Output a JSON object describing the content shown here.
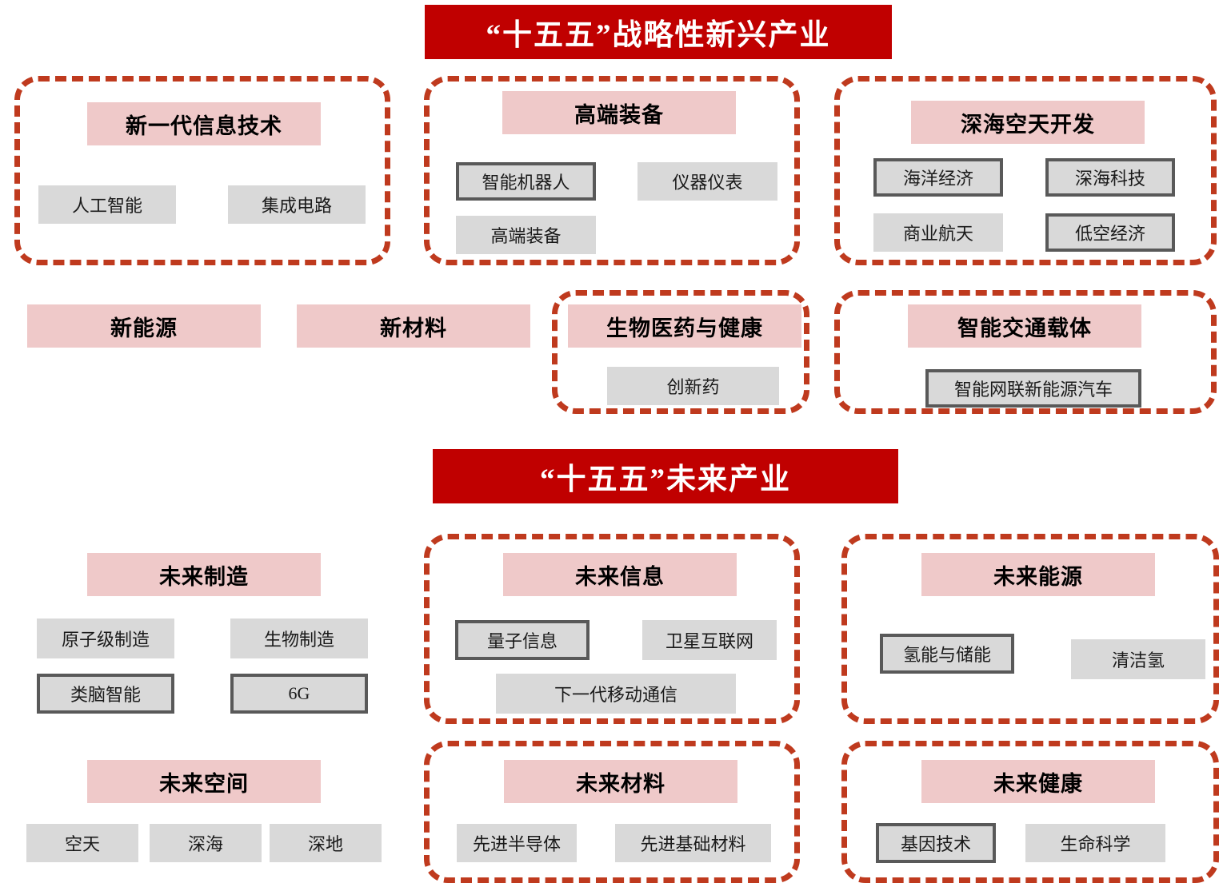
{
  "colors": {
    "banner_bg": "#C00000",
    "banner_text": "#FFFFFF",
    "group_border": "#BF3A1E",
    "category_bg": "#EFC9C9",
    "chip_bg": "#D9D9D9",
    "chip_highlight_border": "#595959",
    "page_bg": "#FFFFFF"
  },
  "sections": [
    {
      "banner": "“十五五”战略性新兴产业",
      "groups": [
        {
          "name": "new-generation-information-technology",
          "boxed": true,
          "category": "新一代信息技术",
          "chips": [
            {
              "label": "人工智能",
              "highlight": false
            },
            {
              "label": "集成电路",
              "highlight": false
            }
          ]
        },
        {
          "name": "high-end-equipment",
          "boxed": true,
          "category": "高端装备",
          "chips": [
            {
              "label": "智能机器人",
              "highlight": true
            },
            {
              "label": "仪器仪表",
              "highlight": false
            },
            {
              "label": "高端装备",
              "highlight": false
            }
          ]
        },
        {
          "name": "deep-sea-and-aerospace-development",
          "boxed": true,
          "category": "深海空天开发",
          "chips": [
            {
              "label": "海洋经济",
              "highlight": true
            },
            {
              "label": "深海科技",
              "highlight": true
            },
            {
              "label": "商业航天",
              "highlight": false
            },
            {
              "label": "低空经济",
              "highlight": true
            }
          ]
        },
        {
          "name": "new-energy",
          "boxed": false,
          "category": "新能源",
          "chips": []
        },
        {
          "name": "new-materials",
          "boxed": false,
          "category": "新材料",
          "chips": []
        },
        {
          "name": "biomedicine-and-health",
          "boxed": true,
          "category": "生物医药与健康",
          "chips": [
            {
              "label": "创新药",
              "highlight": false
            }
          ]
        },
        {
          "name": "intelligent-transport-vehicles",
          "boxed": true,
          "category": "智能交通载体",
          "chips": [
            {
              "label": "智能网联新能源汽车",
              "highlight": true
            }
          ]
        }
      ]
    },
    {
      "banner": "“十五五”未来产业",
      "groups": [
        {
          "name": "future-manufacturing",
          "boxed": false,
          "category": "未来制造",
          "chips": [
            {
              "label": "原子级制造",
              "highlight": false
            },
            {
              "label": "生物制造",
              "highlight": false
            },
            {
              "label": "类脑智能",
              "highlight": true
            },
            {
              "label": "6G",
              "highlight": true
            }
          ]
        },
        {
          "name": "future-information",
          "boxed": true,
          "category": "未来信息",
          "chips": [
            {
              "label": "量子信息",
              "highlight": true
            },
            {
              "label": "卫星互联网",
              "highlight": false
            },
            {
              "label": "下一代移动通信",
              "highlight": false
            }
          ]
        },
        {
          "name": "future-energy",
          "boxed": true,
          "category": "未来能源",
          "chips": [
            {
              "label": "氢能与储能",
              "highlight": true
            },
            {
              "label": "清洁氢",
              "highlight": false
            }
          ]
        },
        {
          "name": "future-space",
          "boxed": false,
          "category": "未来空间",
          "chips": [
            {
              "label": "空天",
              "highlight": false
            },
            {
              "label": "深海",
              "highlight": false
            },
            {
              "label": "深地",
              "highlight": false
            }
          ]
        },
        {
          "name": "future-materials",
          "boxed": true,
          "category": "未来材料",
          "chips": [
            {
              "label": "先进半导体",
              "highlight": false
            },
            {
              "label": "先进基础材料",
              "highlight": false
            }
          ]
        },
        {
          "name": "future-health",
          "boxed": true,
          "category": "未来健康",
          "chips": [
            {
              "label": "基因技术",
              "highlight": true
            },
            {
              "label": "生命科学",
              "highlight": false
            }
          ]
        }
      ]
    }
  ]
}
